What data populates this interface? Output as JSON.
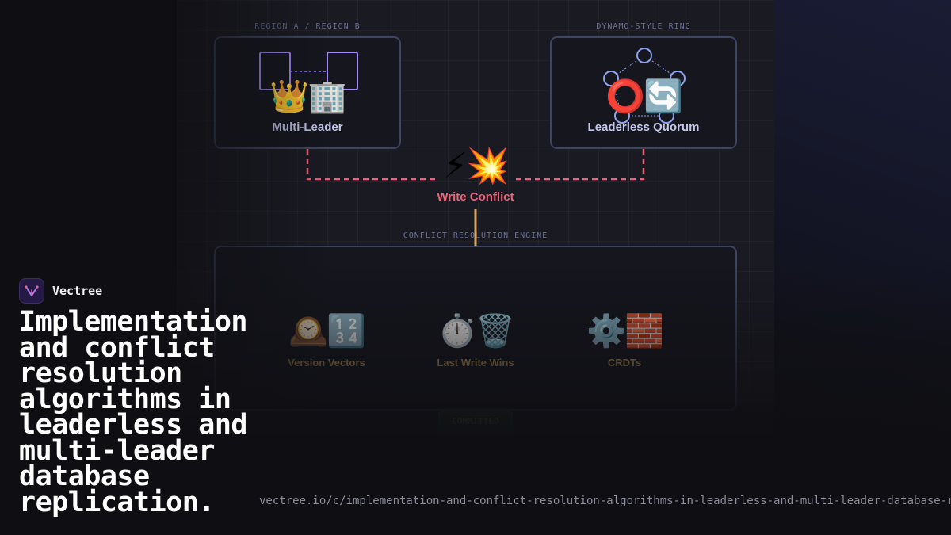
{
  "brand": {
    "name": "Vectree",
    "logo_icon": "vectree-logo-icon"
  },
  "headline": "Implementation and conflict resolution algorithms in leaderless and multi-leader database replication.",
  "url": "vectree.io/c/implementation-and-conflict-resolution-algorithms-in-leaderless-and-multi-leader-database-r",
  "diagram": {
    "multi_leader": {
      "caption": "REGION A / REGION B",
      "emoji": "👑🏢",
      "label": "Multi-Leader"
    },
    "leaderless": {
      "caption": "DYNAMO-STYLE RING",
      "emoji": "⭕🔄",
      "label": "Leaderless Quorum"
    },
    "conflict": {
      "emoji": "⚡💥",
      "label": "Write Conflict"
    },
    "engine": {
      "caption": "CONFLICT RESOLUTION ENGINE",
      "algorithms": [
        {
          "emoji": "🕰️🔢",
          "label": "Version Vectors"
        },
        {
          "emoji": "⏱️🗑️",
          "label": "Last Write Wins"
        },
        {
          "emoji": "⚙️🧱",
          "label": "CRDTs"
        }
      ]
    },
    "result": {
      "label": "COMMITTED"
    },
    "colors": {
      "conflict": "#e8667a",
      "resolution": "#d9a85b",
      "leader_box": "#a78bfa",
      "ring_node": "#8ea2ee",
      "node_border": "#3e4560"
    }
  }
}
